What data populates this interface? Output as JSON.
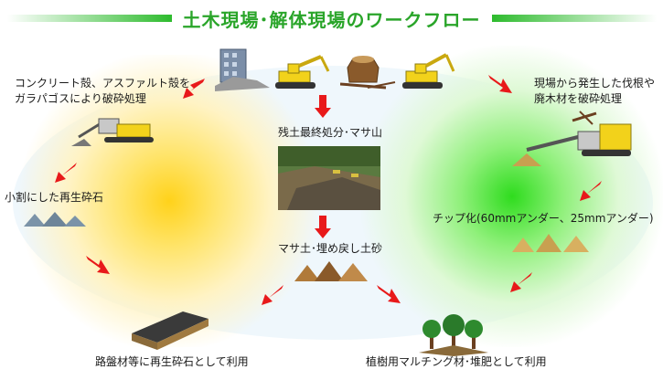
{
  "title": "土木現場･解体現場のワークフロー",
  "labels": {
    "concrete_crush_line1": "コンクリート殻、アスファルト殻を",
    "concrete_crush_line2": "ガラパゴスにより破砕処理",
    "recycled_stone": "小割にした再生砕石",
    "road_base": "路盤材等に再生砕石として利用",
    "residual_soil": "残土最終処分･マサ山",
    "masa_soil": "マサ土･埋め戻し土砂",
    "wood_crush_line1": "現場から発生した伐根や",
    "wood_crush_line2": "廃木材を破砕処理",
    "chip": "チップ化(60mmアンダー、25mmアンダー)",
    "mulching": "植樹用マルチング材･堆肥として利用"
  },
  "colors": {
    "title": "#2aa52a",
    "arrow": "#e8191a",
    "yellow_glow": "#ffd21a",
    "green_glow": "#2fdc1e",
    "excavator": "#f2d21b"
  }
}
